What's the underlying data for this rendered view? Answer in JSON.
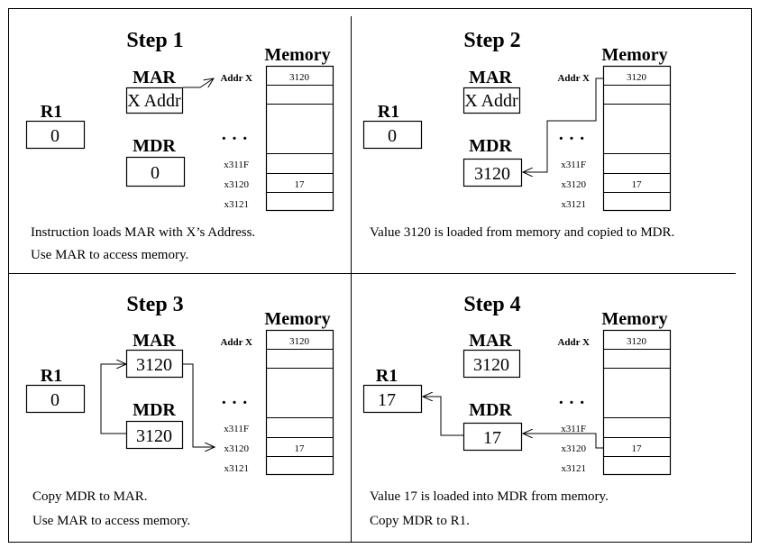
{
  "panels": [
    {
      "step": "Step 1",
      "memory_title": "Memory",
      "r1": {
        "label": "R1",
        "value": "0"
      },
      "mar": {
        "label": "MAR",
        "value": "X Addr"
      },
      "mdr": {
        "label": "MDR",
        "value": "0"
      },
      "addr_x": "Addr X",
      "dots": "· · ·",
      "addresses": [
        "x311F",
        "x3120",
        "x3121"
      ],
      "mem_top": "3120",
      "mem_17": "17",
      "caption": [
        "Instruction loads MAR with X’s Address.",
        "Use MAR to access memory."
      ]
    },
    {
      "step": "Step 2",
      "memory_title": "Memory",
      "r1": {
        "label": "R1",
        "value": "0"
      },
      "mar": {
        "label": "MAR",
        "value": "X Addr"
      },
      "mdr": {
        "label": "MDR",
        "value": "3120"
      },
      "addr_x": "Addr X",
      "dots": "· · ·",
      "addresses": [
        "x311F",
        "x3120",
        "x3121"
      ],
      "mem_top": "3120",
      "mem_17": "17",
      "caption": [
        "Value 3120 is loaded from memory and copied to MDR."
      ]
    },
    {
      "step": "Step 3",
      "memory_title": "Memory",
      "r1": {
        "label": "R1",
        "value": "0"
      },
      "mar": {
        "label": "MAR",
        "value": "3120"
      },
      "mdr": {
        "label": "MDR",
        "value": "3120"
      },
      "addr_x": "Addr X",
      "dots": "· · ·",
      "addresses": [
        "x311F",
        "x3120",
        "x3121"
      ],
      "mem_top": "3120",
      "mem_17": "17",
      "caption": [
        "Copy MDR to MAR.",
        "Use MAR to access memory."
      ]
    },
    {
      "step": "Step 4",
      "memory_title": "Memory",
      "r1": {
        "label": "R1",
        "value": "17"
      },
      "mar": {
        "label": "MAR",
        "value": "3120"
      },
      "mdr": {
        "label": "MDR",
        "value": "17"
      },
      "addr_x": "Addr X",
      "dots": "· · ·",
      "addresses": [
        "x311F",
        "x3120",
        "x3121"
      ],
      "mem_top": "3120",
      "mem_17": "17",
      "caption": [
        "Value 17 is loaded into MDR from memory.",
        "Copy MDR to R1."
      ]
    }
  ]
}
